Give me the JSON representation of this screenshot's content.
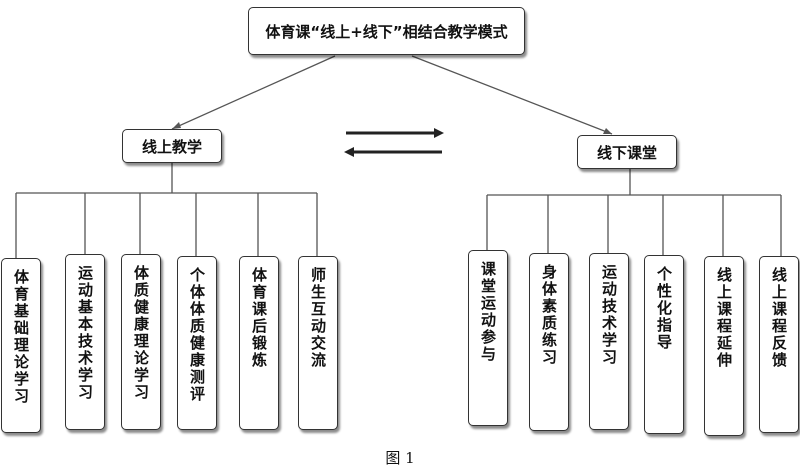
{
  "title": "体育课“线上+线下”相结合教学模式",
  "online": {
    "label": "线上教学",
    "items": [
      "体育基础理论学习",
      "运动基本技术学习",
      "体质健康理论学习",
      "个体体质健康测评",
      "体育课后锻炼",
      "师生互动交流"
    ]
  },
  "offline": {
    "label": "线下课堂",
    "items": [
      "课堂运动参与",
      "身体素质练习",
      "运动技术学习",
      "个性化指导",
      "线上课程延伸",
      "线上课程反馈"
    ]
  },
  "caption": "图 1",
  "colors": {
    "line": "#555555",
    "border": "#333333",
    "text": "#111111"
  }
}
